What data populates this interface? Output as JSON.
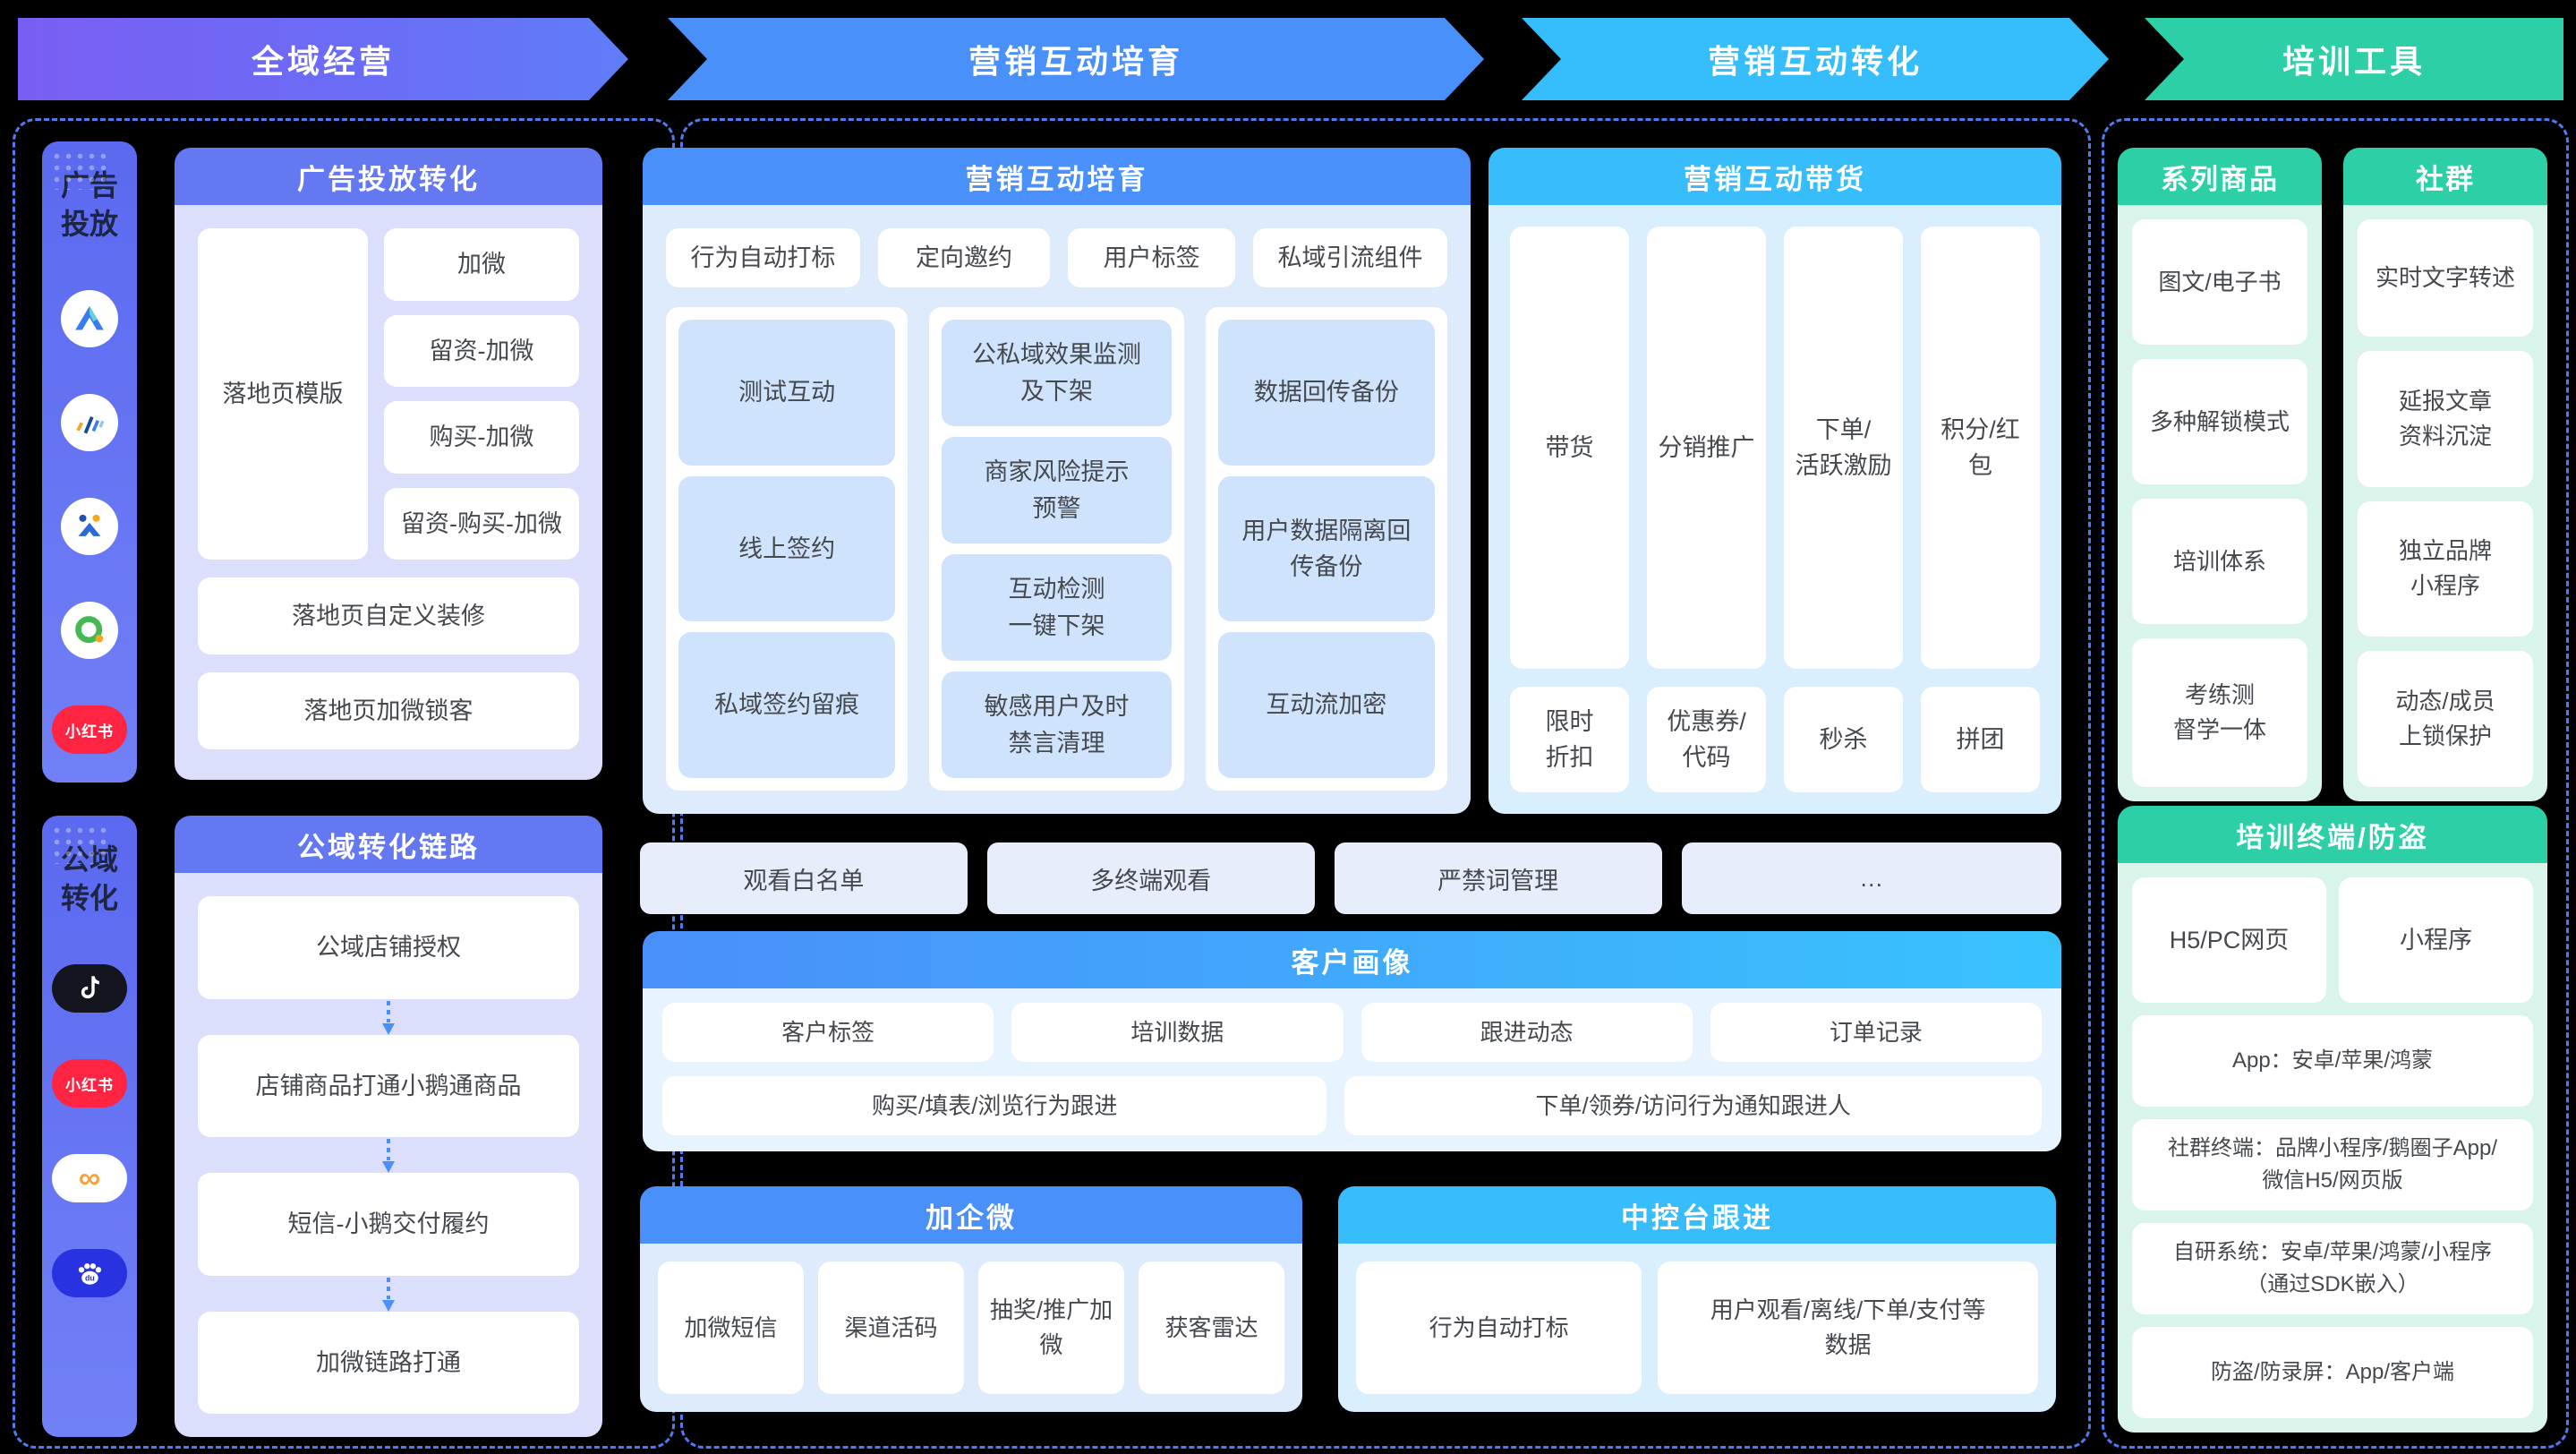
{
  "colors": {
    "background": "#000000",
    "arrow_1": "#6b6cf6",
    "arrow_2": "#4a90fa",
    "arrow_3": "#35bdfc",
    "arrow_4": "#2dcfa6",
    "dashed_border": "#4c7cf0",
    "indigo_header": "#6478f2",
    "blue_header": "#4a90fa",
    "sky_header": "#38bdfc",
    "teal_header": "#2dcfa6",
    "xiaohongshu_red": "#ff2442",
    "baidu_blue": "#2932e1"
  },
  "flow": {
    "steps": [
      {
        "label": "全域经营"
      },
      {
        "label": "营销互动培育"
      },
      {
        "label": "营销互动转化"
      },
      {
        "label": "培训工具"
      }
    ]
  },
  "rails": {
    "ad": {
      "label": "广告\n投放",
      "icons": [
        "tencent-ads",
        "ocean-engine",
        "baidu-marketing",
        "360-search",
        "xiaohongshu"
      ]
    },
    "public": {
      "label": "公域\n转化",
      "icons": [
        "douyin",
        "xiaohongshu",
        "wechat-channels",
        "baidu"
      ]
    }
  },
  "icons": {
    "xiaohongshu_label": "小红书",
    "baidu_label": "du"
  },
  "ad_section": {
    "title": "广告投放转化",
    "landing": "落地页模版",
    "paths": [
      "加微",
      "留资-加微",
      "购买-加微",
      "留资-购买-加微"
    ],
    "custom": "落地页自定义装修",
    "lock": "落地页加微锁客"
  },
  "public_section": {
    "title": "公域转化链路",
    "steps": [
      "公域店铺授权",
      "店铺商品打通小鹅通商品",
      "短信-小鹅交付履约",
      "加微链路打通"
    ]
  },
  "nurture": {
    "title": "营销互动培育",
    "tags": [
      "行为自动打标",
      "定向邀约",
      "用户标签",
      "私域引流组件"
    ],
    "col1": [
      "测试互动",
      "线上签约",
      "私域签约留痕"
    ],
    "col2": [
      "公私域效果监测\n及下架",
      "商家风险提示\n预警",
      "互动检测\n一键下架",
      "敏感用户及时\n禁言清理"
    ],
    "col3": [
      "数据回传备份",
      "用户数据隔离回\n传备份",
      "互动流加密"
    ]
  },
  "watch_row": {
    "items": [
      "观看白名单",
      "多终端观看",
      "严禁词管理",
      "…"
    ]
  },
  "selling": {
    "title": "营销互动带货",
    "columns": [
      "带货",
      "分销推广",
      "下单/\n活跃激励",
      "积分/红包"
    ],
    "promos": [
      "限时\n折扣",
      "优惠券/\n代码",
      "秒杀",
      "拼团"
    ]
  },
  "profile": {
    "title": "客户画像",
    "row1": [
      "客户标签",
      "培训数据",
      "跟进动态",
      "订单记录"
    ],
    "row2": [
      "购买/填表/浏览行为跟进",
      "下单/领券/访问行为通知跟进人"
    ]
  },
  "qiwei": {
    "title": "加企微",
    "items": [
      "加微短信",
      "渠道活码",
      "抽奖/推广加微",
      "获客雷达"
    ]
  },
  "console": {
    "title": "中控台跟进",
    "items": [
      "行为自动打标",
      "用户观看/离线/下单/支付等\n数据"
    ]
  },
  "series": {
    "title": "系列商品",
    "items": [
      "图文/电子书",
      "多种解锁模式",
      "培训体系",
      "考练测\n督学一体"
    ]
  },
  "community": {
    "title": "社群",
    "items": [
      "实时文字转述",
      "延报文章\n资料沉淀",
      "独立品牌\n小程序",
      "动态/成员\n上锁保护"
    ]
  },
  "terminal": {
    "title": "培训终端/防盗",
    "top": [
      "H5/PC网页",
      "小程序"
    ],
    "rows": [
      "App：安卓/苹果/鸿蒙",
      "社群终端：品牌小程序/鹅圈子App/\n微信H5/网页版",
      "自研系统：安卓/苹果/鸿蒙/小程序\n（通过SDK嵌入）",
      "防盗/防录屏：App/客户端"
    ]
  }
}
